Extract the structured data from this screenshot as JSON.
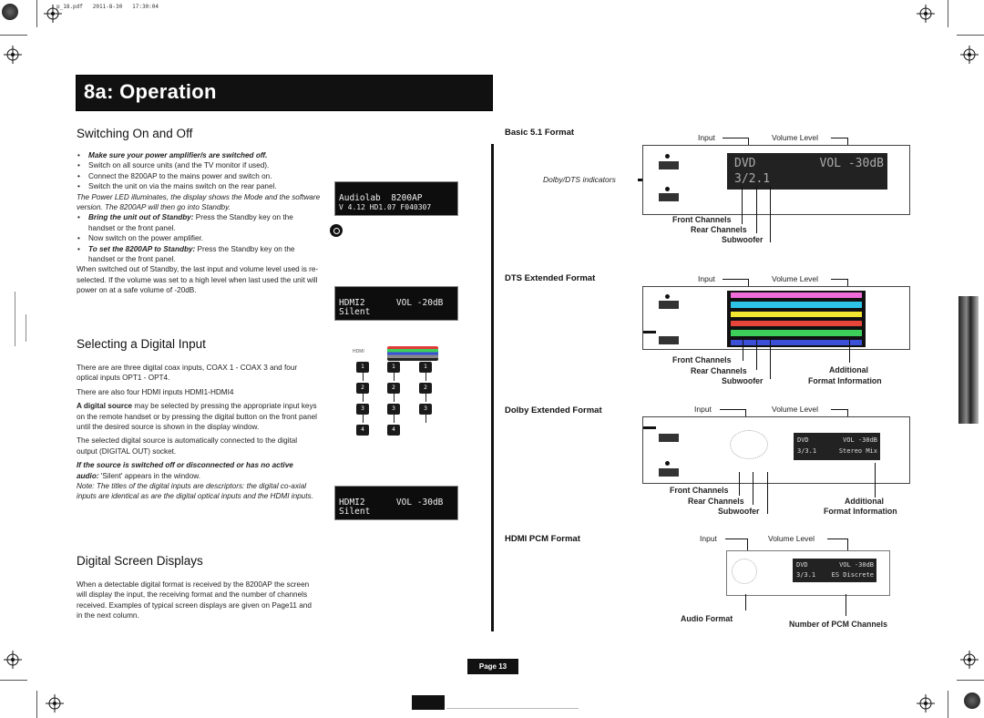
{
  "print_header": {
    "file": "p_18.pdf",
    "date": "2011-8-30",
    "time": "17:30:04"
  },
  "title": "8a: Operation",
  "page_label": "Page 13",
  "left_column": {
    "switching": {
      "heading": "Switching On and Off",
      "bullet1": "Make sure your power amplifier/s are switched off.",
      "bullet2": "Switch on all source units (and the TV monitor if used).",
      "bullet3": "Connect the 8200AP to the mains power and switch on.",
      "bullet4": "Switch the unit on via the mains switch on the rear panel.",
      "led_text": "The Power LED illuminates, the display shows the Mode and the software version. The 8200AP will then go into Standby.",
      "bring_bold": "Bring the unit out of Standby:",
      "bring_rest": " Press the Standby key on the handset or the front panel.",
      "bullet_amp": "Now switch on the power amplifier.",
      "set_bold": "To set the 8200AP to Standby:",
      "set_rest": " Press the Standby key on the handset or the front panel.",
      "standby_text": "When switched out of Standby, the last input and volume level used is re-selected. If the volume was set to a high level when last used the unit will power on at a safe volume of -20dB."
    },
    "digital_input": {
      "heading": "Selecting a Digital Input",
      "p1": "There are are three digital coax inputs, COAX 1 - COAX 3 and four optical inputs OPT1 - OPT4.",
      "p2": "There are also four HDMI inputs HDMI1-HDMI4",
      "p3_bold": "A digital source",
      "p3_rest": " may be selected by pressing the appropriate input keys on the remote handset or by pressing the digital button on the front panel until the desired source is shown in the display window.",
      "p4": "The selected digital source is automatically connected to the digital output (DIGITAL OUT) socket.",
      "p5_bold": "If the source is switched off or disconnected or has no active audio:",
      "p5_rest": " 'Silent' appears in the window.",
      "note": "Note: The titles of the digital inputs are descriptors: the digital co-axial inputs are identical as are the digital optical inputs and the HDMI inputs."
    },
    "screen_displays": {
      "heading": "Digital Screen Displays",
      "text": "When a detectable digital format is received by the 8200AP the screen will display the input, the receiving format and the number of channels received. Examples of typical screen displays are given on Page11 and in the next column."
    },
    "lcd1": {
      "line1": "Audiolab  8200AP",
      "line2": "V 4.12 HD1.07 F040307"
    },
    "lcd2": {
      "line1": "HDMI2      VOL -20dB",
      "line2": "Silent"
    },
    "lcd3": {
      "line1": "HDMI2      VOL -30dB",
      "line2": "Silent"
    },
    "hdmi_label": "HDMI",
    "keys": [
      "1",
      "1",
      "1",
      "2",
      "2",
      "2",
      "3",
      "3",
      "3",
      "4",
      "4"
    ]
  },
  "right_column": {
    "basic": {
      "heading": "Basic 5.1 Format",
      "indicators": "Dolby/DTS indicators",
      "input": "Input",
      "volume": "Volume Level",
      "screen_l1_left": "DVD",
      "screen_l1_right": "VOL -30dB",
      "screen_l2": "3/2.1",
      "front": "Front Channels",
      "rear": "Rear Channels",
      "sub": "Subwoofer"
    },
    "dts": {
      "heading": "DTS Extended Format",
      "input": "Input",
      "volume": "Volume Level",
      "front": "Front Channels",
      "rear": "Rear Channels",
      "sub": "Subwoofer",
      "additional": "Additional",
      "format_info": "Format Information"
    },
    "dolby": {
      "heading": "Dolby Extended Format",
      "input": "Input",
      "volume": "Volume Level",
      "screen_l1_left": "DVD",
      "screen_l1_right": "VOL -30dB",
      "screen_l2_left": "3/3.1",
      "screen_l2_right": "Stereo Mix",
      "front": "Front Channels",
      "rear": "Rear Channels",
      "sub": "Subwoofer",
      "additional": "Additional",
      "format_info": "Format Information"
    },
    "hdmi": {
      "heading": "HDMI PCM Format",
      "input": "Input",
      "volume": "Volume Level",
      "screen_l1_left": "DVD",
      "screen_l1_right": "VOL -30dB",
      "screen_l2_left": "3/3.1",
      "screen_l2_right": "ES Discrete",
      "audio_format": "Audio Format",
      "pcm_channels": "Number of PCM Channels"
    }
  },
  "colors": {
    "title_bg": "#111111",
    "dts_bars": [
      "#f06cd8",
      "#2ec4e8",
      "#f2e630",
      "#e8453a",
      "#3ccf5a",
      "#3b4fd8"
    ]
  }
}
